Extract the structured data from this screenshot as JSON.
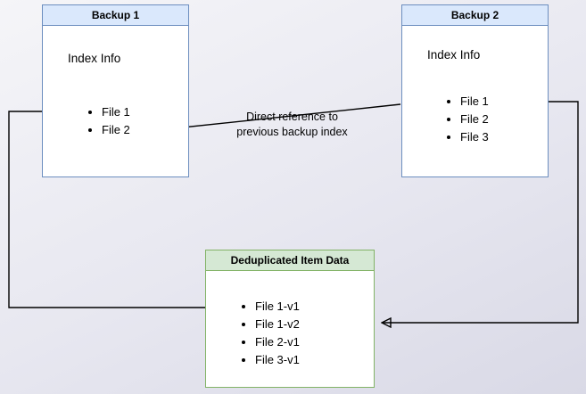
{
  "colors": {
    "blue_fill": "#dae8fc",
    "blue_border": "#6c8ebf",
    "green_fill": "#d5e8d4",
    "green_border": "#82b366",
    "box_body": "#ffffff",
    "line": "#000000"
  },
  "boxes": {
    "backup1": {
      "title": "Backup 1",
      "body_title": "Index Info",
      "items": [
        "File 1",
        "File 2"
      ]
    },
    "backup2": {
      "title": "Backup 2",
      "body_title": "Index Info",
      "items": [
        "File 1",
        "File 2",
        "File 3"
      ]
    },
    "dedup": {
      "title": "Deduplicated Item Data",
      "items": [
        "File 1-v1",
        "File 1-v2",
        "File 2-v1",
        "File 3-v1"
      ]
    }
  },
  "annotations": {
    "direct_reference_line1": "Direct reference to",
    "direct_reference_line2": "previous backup index"
  }
}
